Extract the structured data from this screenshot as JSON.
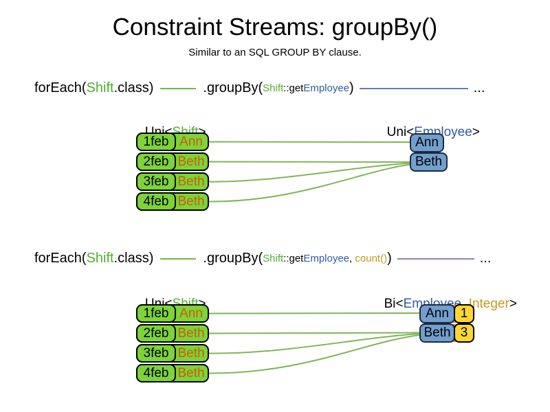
{
  "title": "Constraint Streams: groupBy()",
  "subtitle": "Similar to an SQL GROUP BY clause.",
  "colors": {
    "class_green": "#52AE30",
    "table_green_fill": "#7DD338",
    "employee_blue": "#2E5B9E",
    "employee_box_fill": "#729FCF",
    "integer_gold": "#C49A1A",
    "count_box_fill": "#FFD733",
    "name_orange": "#CE5B0A",
    "wire_green": "#7FB558",
    "wire_blue": "#5B7FB5",
    "wire_purple": "#9180B4",
    "pair_pink": "#C87E92"
  },
  "code1": {
    "foreach": "forEach(",
    "shift_type": "Shift",
    "class_close": ".class)",
    "groupby": ".groupBy(",
    "m_shift": "Shift",
    "m_getter": "::get",
    "m_employee": "Employee",
    "close": ")",
    "ellipsis": "..."
  },
  "code2": {
    "foreach": "forEach(",
    "shift_type": "Shift",
    "class_close": ".class)",
    "groupby": ".groupBy(",
    "m_shift": "Shift",
    "m_getter": "::get",
    "m_employee": "Employee",
    "comma": ", ",
    "count": "count()",
    "close": ")",
    "ellipsis": "..."
  },
  "section1": {
    "stream_label": {
      "pre": "Uni<",
      "type": "Shift",
      "post": ">"
    },
    "result_label": {
      "pre": "Uni<",
      "type": "Employee",
      "post": ">"
    },
    "shifts": [
      {
        "date": "1feb",
        "employee": "Ann"
      },
      {
        "date": "2feb",
        "employee": "Beth"
      },
      {
        "date": "3feb",
        "employee": "Beth"
      },
      {
        "date": "4feb",
        "employee": "Beth"
      }
    ],
    "groups": [
      {
        "employee": "Ann"
      },
      {
        "employee": "Beth"
      }
    ]
  },
  "section2": {
    "stream_label": {
      "pre": "Uni<",
      "type": "Shift",
      "post": ">"
    },
    "result_label": {
      "pre": "Bi<",
      "type1": "Employee",
      "sep": ", ",
      "type2": "Integer",
      "post": ">"
    },
    "shifts": [
      {
        "date": "1feb",
        "employee": "Ann"
      },
      {
        "date": "2feb",
        "employee": "Beth"
      },
      {
        "date": "3feb",
        "employee": "Beth"
      },
      {
        "date": "4feb",
        "employee": "Beth"
      }
    ],
    "groups": [
      {
        "employee": "Ann",
        "count": "1"
      },
      {
        "employee": "Beth",
        "count": "3"
      }
    ]
  }
}
